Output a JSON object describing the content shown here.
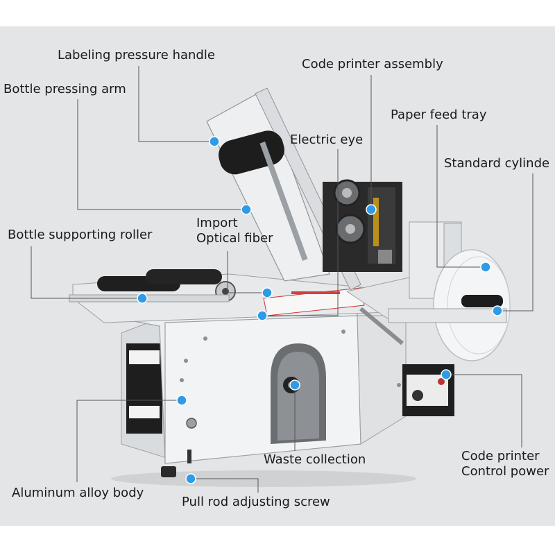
{
  "labels": {
    "labeling_pressure_handle": "Labeling pressure handle",
    "code_printer_assembly": "Code printer assembly",
    "bottle_pressing_arm": "Bottle pressing arm",
    "paper_feed_tray": "Paper feed tray",
    "electric_eye": "Electric eye",
    "standard_cylinder": "Standard cylinde",
    "import_optical_fiber_line1": "Import",
    "import_optical_fiber_line2": "Optical fiber",
    "bottle_supporting_roller": "Bottle supporting roller",
    "waste_collection": "Waste collection",
    "code_printer_power_line1": "Code printer",
    "code_printer_power_line2": "Control power",
    "aluminum_alloy_body": "Aluminum alloy body",
    "pull_rod_adjusting_screw": "Pull rod adjusting screw"
  },
  "colors": {
    "background": "#e4e5e6",
    "page": "#ffffff",
    "marker": "#2f9be6",
    "leader_line": "#555555",
    "machine_body": "#eceef0",
    "machine_shadow": "#c7cacd",
    "rollers": "#1f1f1f"
  }
}
